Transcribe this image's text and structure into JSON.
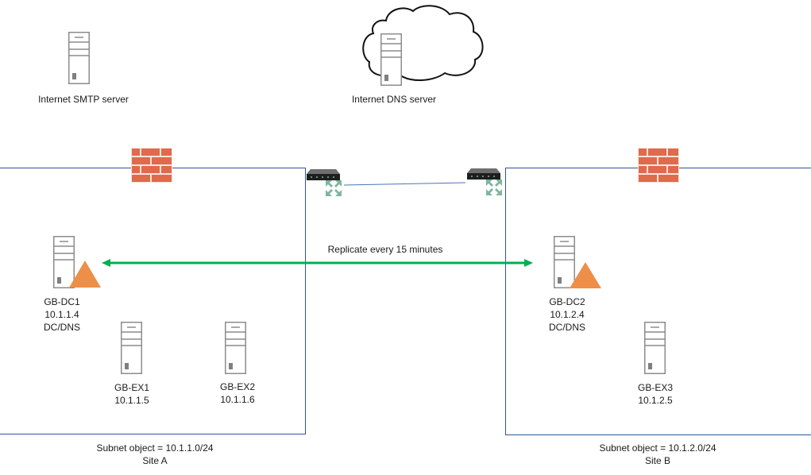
{
  "diagram": {
    "title": "Active Directory sites and replication",
    "colors": {
      "site_border": "#2f5597",
      "replication_arrow": "#00b050",
      "firewall": "#e06a4b",
      "dc_triangle": "#ed8f48",
      "server_outline": "#8c8c8c",
      "wan_link": "#4a75b5",
      "router_arrows": "#7fb69d"
    },
    "internet": {
      "smtp_server": {
        "icon": "server-icon",
        "label": "Internet SMTP server"
      },
      "dns_server": {
        "icon": "server-icon",
        "cloud_icon": "cloud-icon",
        "label": "Internet DNS server"
      }
    },
    "replication": {
      "label": "Replicate every 15 minutes"
    },
    "sites": [
      {
        "name": "Site A",
        "subnet_label": "Subnet object = 10.1.1.0/24",
        "site_label": "Site A",
        "servers": [
          {
            "name": "GB-DC1",
            "ip": "10.1.1.4",
            "role": "DC/DNS"
          },
          {
            "name": "GB-EX1",
            "ip": "10.1.1.5"
          },
          {
            "name": "GB-EX2",
            "ip": "10.1.1.6"
          }
        ]
      },
      {
        "name": "Site B",
        "subnet_label": "Subnet object = 10.1.2.0/24",
        "site_label": "Site B",
        "servers": [
          {
            "name": "GB-DC2",
            "ip": "10.1.2.4",
            "role": "DC/DNS"
          },
          {
            "name": "GB-EX3",
            "ip": "10.1.2.5"
          }
        ]
      }
    ]
  }
}
